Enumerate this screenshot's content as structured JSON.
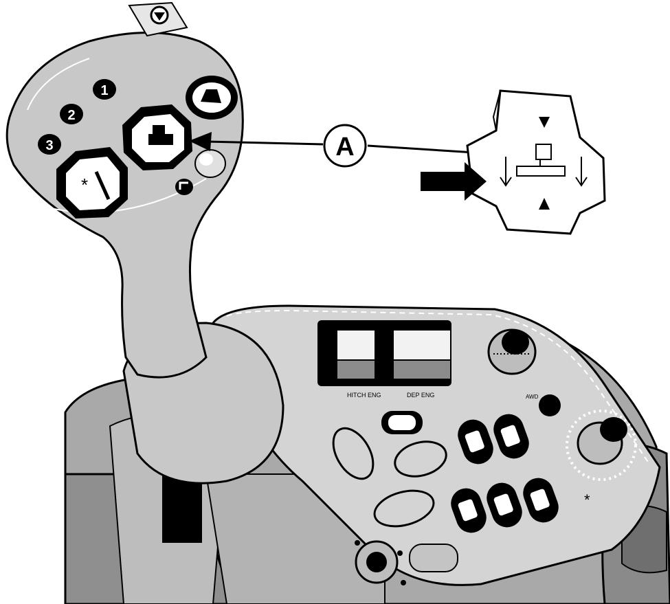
{
  "callout": {
    "label": "A"
  },
  "joystick": {
    "buttons": [
      {
        "name": "button-1",
        "label": "1"
      },
      {
        "name": "button-2",
        "label": "2"
      },
      {
        "name": "button-3",
        "label": "3"
      }
    ]
  },
  "console": {
    "switch_labels": [
      "HITCH ENG",
      "DEP ENG"
    ],
    "small_label": "AWD"
  },
  "detail": {
    "description_icons": [
      "up-arrow-icon",
      "down-arrow-icon",
      "hitch-icon",
      "pointer-arrow-icon"
    ]
  },
  "colors": {
    "body_gray": "#c8c8c8",
    "panel_gray": "#d4d4d4",
    "dark": "#000000",
    "mid_gray": "#9c9c9c"
  }
}
